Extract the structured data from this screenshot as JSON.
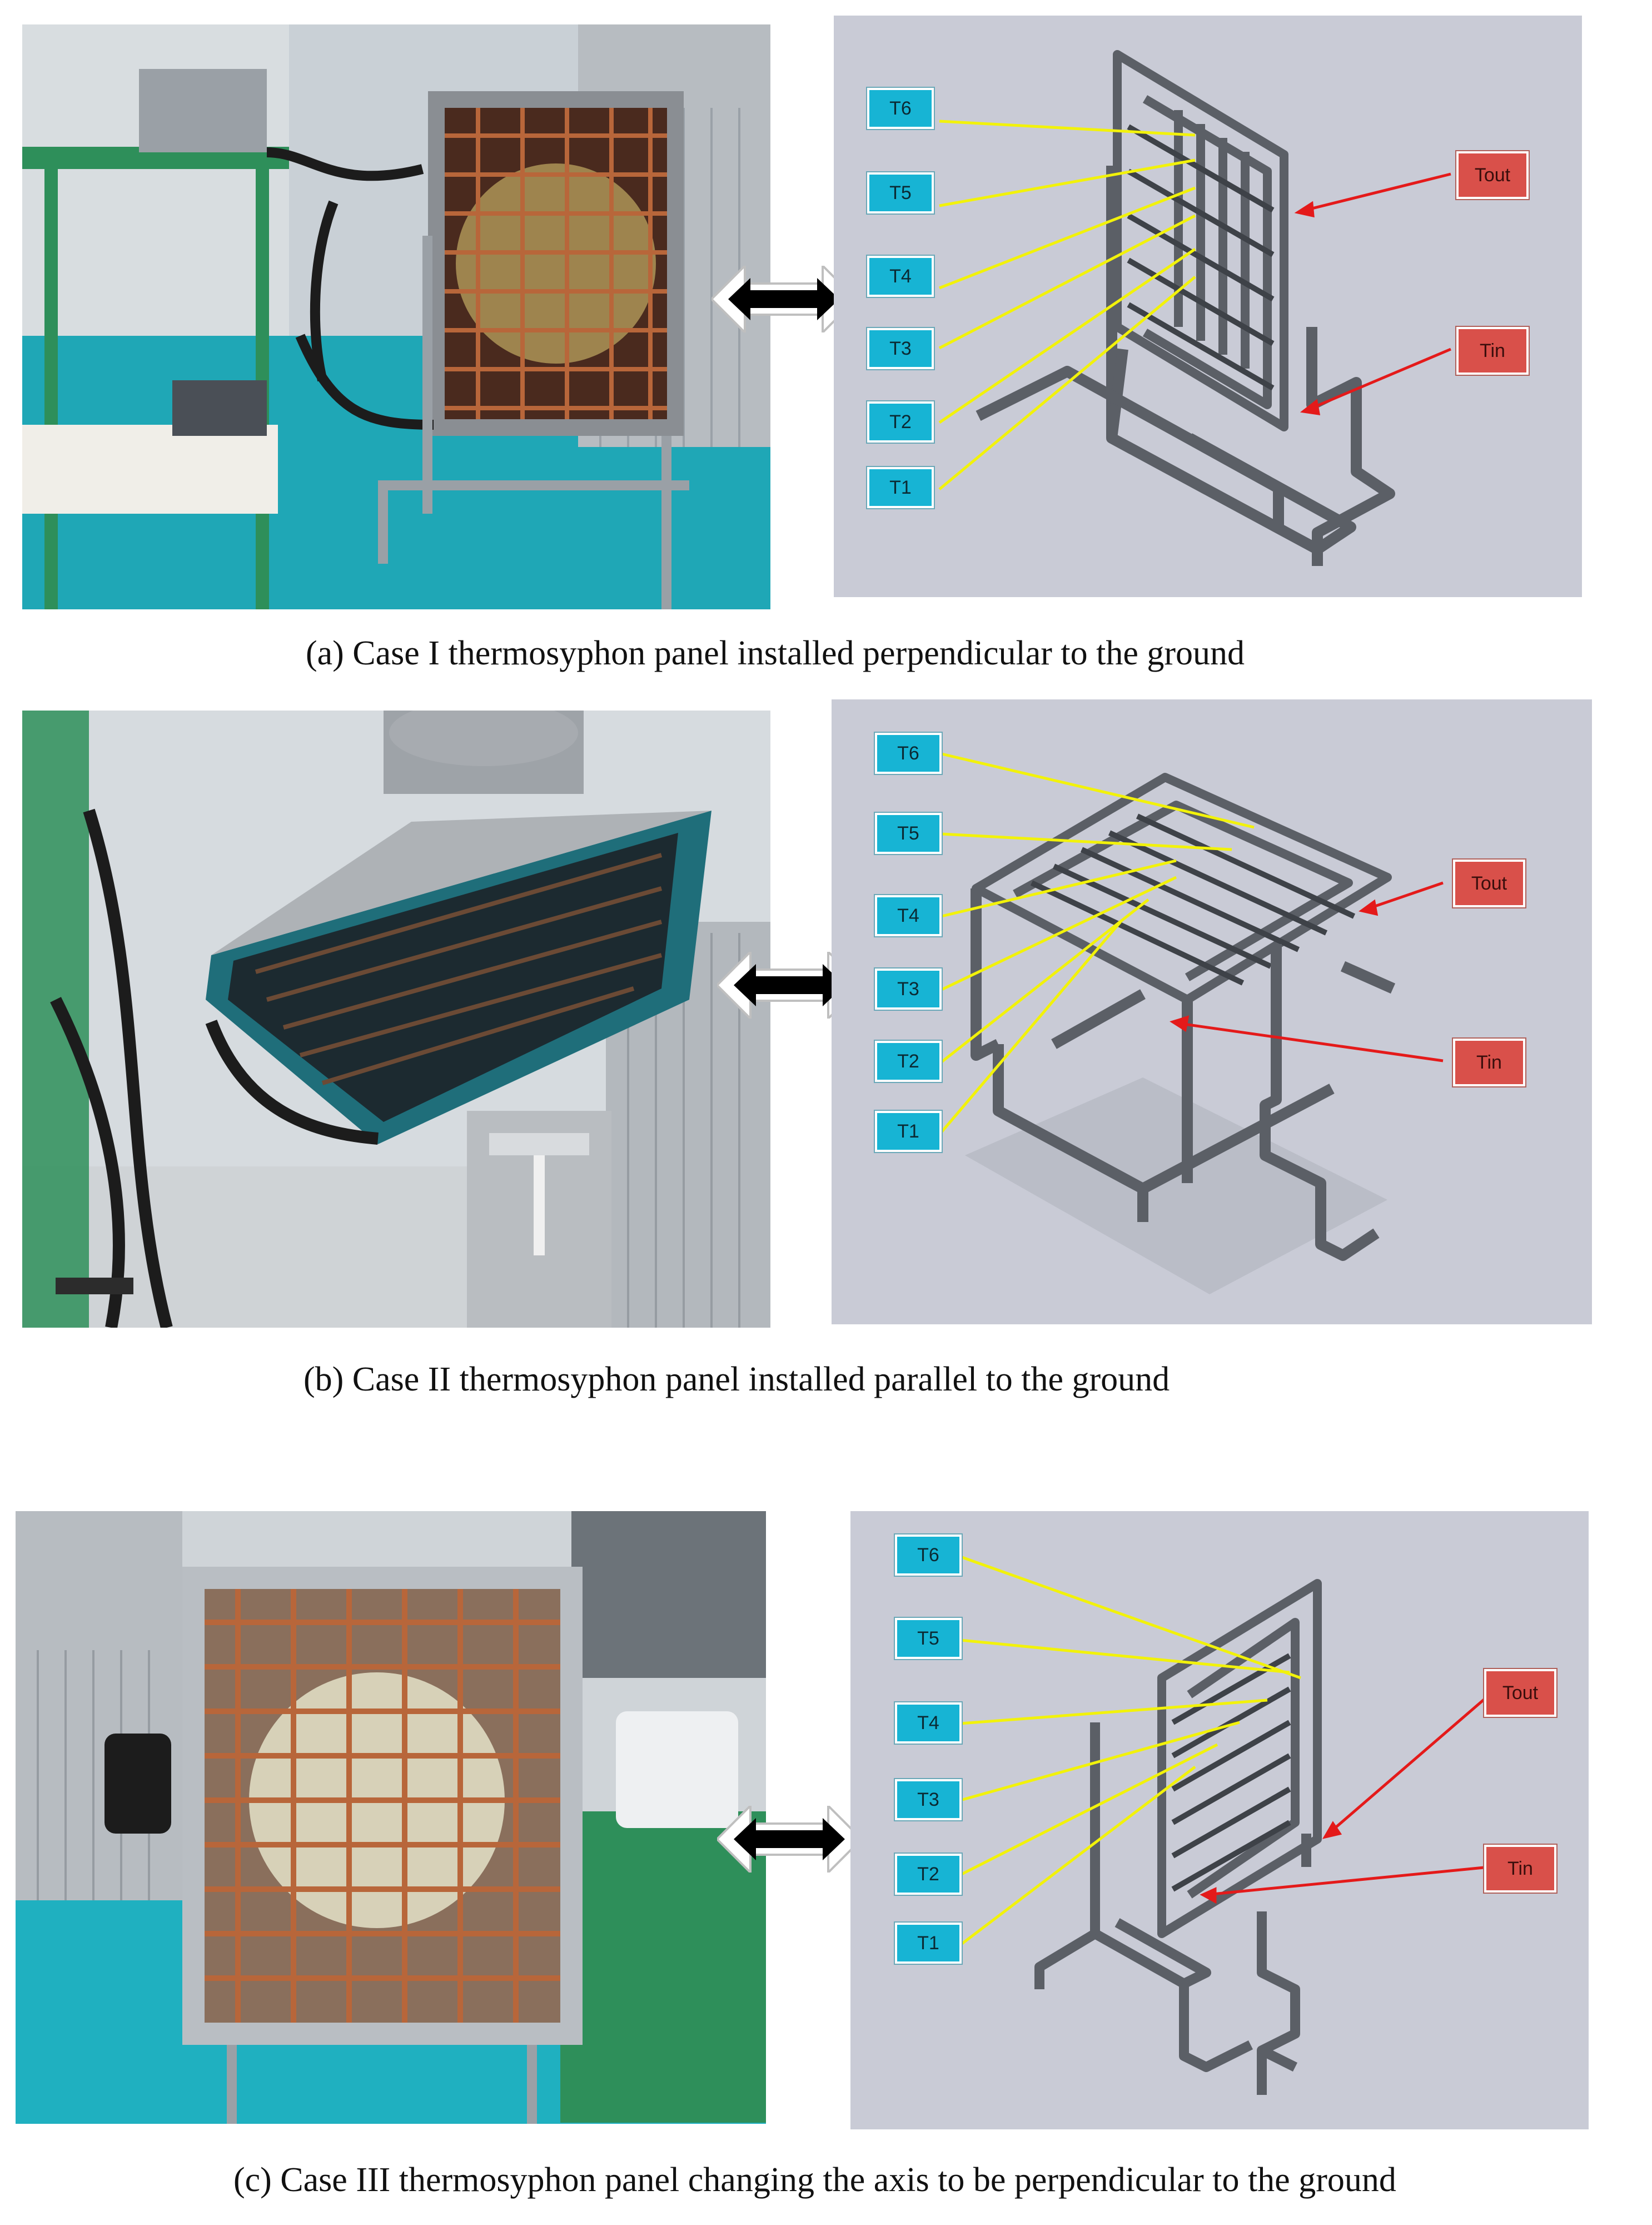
{
  "figure": {
    "panels": [
      {
        "id": "a",
        "caption": "(a) Case I thermosyphon panel installed perpendicular to the ground",
        "photo_alt": "Photo of thermosyphon panel mounted vertically on stand with fan behind copper coil grid",
        "sensor_labels": [
          "T6",
          "T5",
          "T4",
          "T3",
          "T2",
          "T1"
        ],
        "port_labels": [
          "Tout",
          "Tin"
        ]
      },
      {
        "id": "b",
        "caption": "(b) Case II thermosyphon panel installed parallel to the ground",
        "photo_alt": "Photo of thermosyphon panel mounted tilted near horizontal over water flow unit",
        "sensor_labels": [
          "T6",
          "T5",
          "T4",
          "T3",
          "T2",
          "T1"
        ],
        "port_labels": [
          "Tout",
          "Tin"
        ]
      },
      {
        "id": "c",
        "caption": "(c) Case III thermosyphon panel changing the axis to be perpendicular to the ground",
        "photo_alt": "Front view photo of thermosyphon panel with copper coils and fan, mounted vertically",
        "sensor_labels": [
          "T6",
          "T5",
          "T4",
          "T3",
          "T2",
          "T1"
        ],
        "port_labels": [
          "Tout",
          "Tin"
        ]
      }
    ]
  },
  "colors": {
    "diagram_bg": "#c9cbd6",
    "sensor_box": "#17b4d4",
    "port_box": "#d9504a",
    "sensor_line": "#f2f20a",
    "port_line": "#e41a1a",
    "frame": "#5b5f66"
  }
}
